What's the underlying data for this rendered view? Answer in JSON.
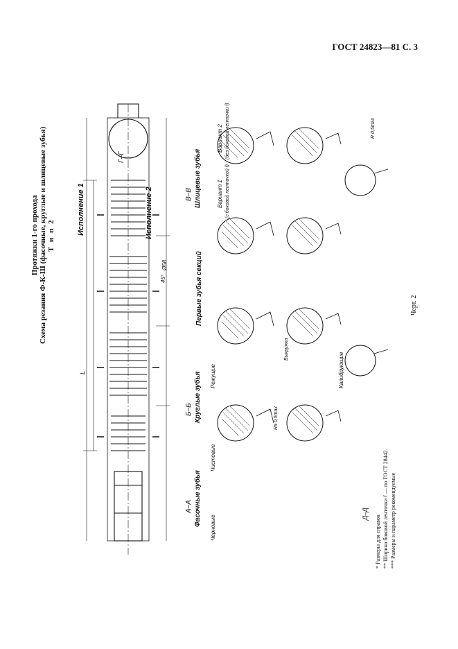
{
  "header": {
    "standard": "ГОСТ 24823—81 С. 3"
  },
  "title": {
    "line1": "Протяжки 1-го прохода",
    "line2": "Схема резания Ф-К-Ш (фасочные, круглые и шлицевые зубья)",
    "line3": "Т и п 2"
  },
  "drawing": {
    "execution1": "Исполнение 1",
    "execution2": "Исполнение 2",
    "sections": {
      "aa": "А–А",
      "aa_sub": "Фасочные зубья",
      "bb": "Б–Б",
      "bb_sub": "Круглые зубья",
      "vv": "В–В",
      "vv_sub": "Шлицевые зубья",
      "gg": "Г–Г",
      "dd": "Д–Д",
      "first_teeth": "Первые зубья секций",
      "variant1": "Вариант 1",
      "variant1_note": "(с боковой ленточкой f)",
      "variant2": "Вариант 2",
      "variant2_note": "(без боковой ленточки f)"
    },
    "labels": {
      "roughing": "Черновые",
      "finishing": "Чистовые",
      "cutting": "Режущие",
      "calibrating": "Калибрующие",
      "ra": "Ra 0,5max",
      "r0": "R 0,5max",
      "dim_65": "Ø58",
      "dim_L": "L",
      "angle": "45°",
      "teeth_note": "Выкружка"
    }
  },
  "footnotes": [
    "*   Размеры для справок",
    "**  Ширина боковой ленточки f — по ГОСТ 28442.",
    "*** Размеры и параметр рекомендуемые"
  ],
  "caption": "Черт. 2"
}
